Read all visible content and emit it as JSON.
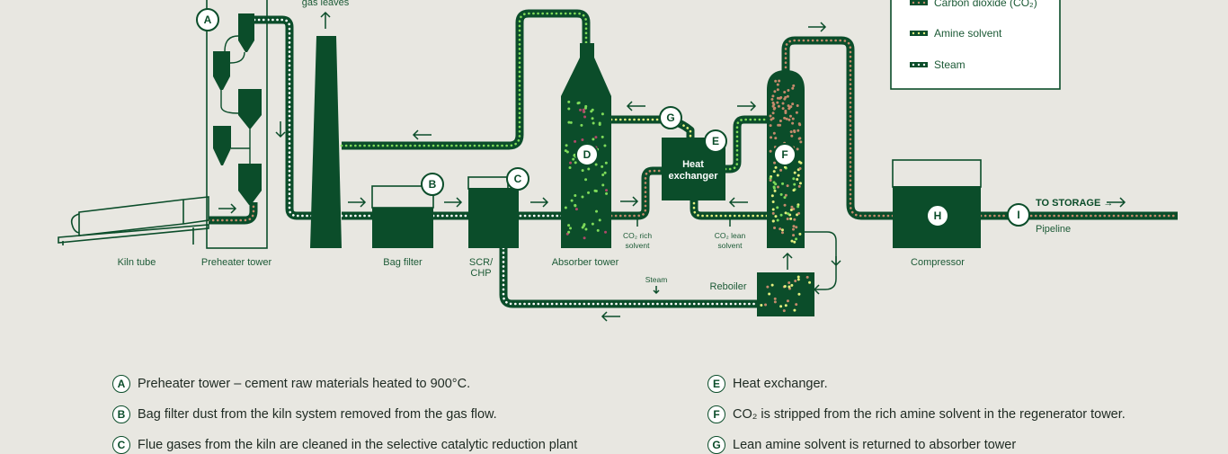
{
  "colors": {
    "background": "#e8e7e1",
    "green": "#0b4d2a",
    "co2_dot": "#c58a6c",
    "amine_dot": "#e3ef7e",
    "amine_dot2": "#7edb5a",
    "steam_dot": "#ffffff",
    "impurity_dot": "#b0476a"
  },
  "diagram": {
    "gas_leaves": "gas leaves",
    "labels": {
      "kiln_tube": "Kiln tube",
      "preheater_tower": "Preheater tower",
      "bag_filter": "Bag filter",
      "scr_line1": "SCR/",
      "scr_line2": "CHP",
      "absorber_tower": "Absorber tower",
      "compressor": "Compressor",
      "reboiler": "Reboiler",
      "steam": "Steam",
      "co2_rich_1": "CO₂ rich",
      "co2_rich_2": "solvent",
      "co2_lean_1": "CO₂ lean",
      "co2_lean_2": "solvent",
      "heat_exchanger_1": "Heat",
      "heat_exchanger_2": "exchanger",
      "to_storage": "TO STORAGE →",
      "pipeline": "Pipeline"
    },
    "markers": {
      "a": "A",
      "b": "B",
      "c": "C",
      "d": "D",
      "e": "E",
      "f": "F",
      "g": "G",
      "h": "H",
      "i": "I"
    }
  },
  "legend": {
    "items": [
      {
        "label": "Carbon dioxide (CO₂)"
      },
      {
        "label": "Amine solvent"
      },
      {
        "label": "Steam"
      }
    ]
  },
  "notes": {
    "left": [
      {
        "letter": "A",
        "text": "Preheater tower – cement raw materials heated to 900°C."
      },
      {
        "letter": "B",
        "text": "Bag filter dust from the kiln system removed from the gas flow."
      },
      {
        "letter": "C",
        "text": "Flue gases from the kiln are cleaned in the selective catalytic reduction plant"
      }
    ],
    "right": [
      {
        "letter": "E",
        "text": "Heat exchanger."
      },
      {
        "letter": "F",
        "text": "CO₂ is stripped from the rich amine solvent in the regenerator tower."
      },
      {
        "letter": "G",
        "text": "Lean amine solvent is returned to absorber tower"
      }
    ]
  }
}
